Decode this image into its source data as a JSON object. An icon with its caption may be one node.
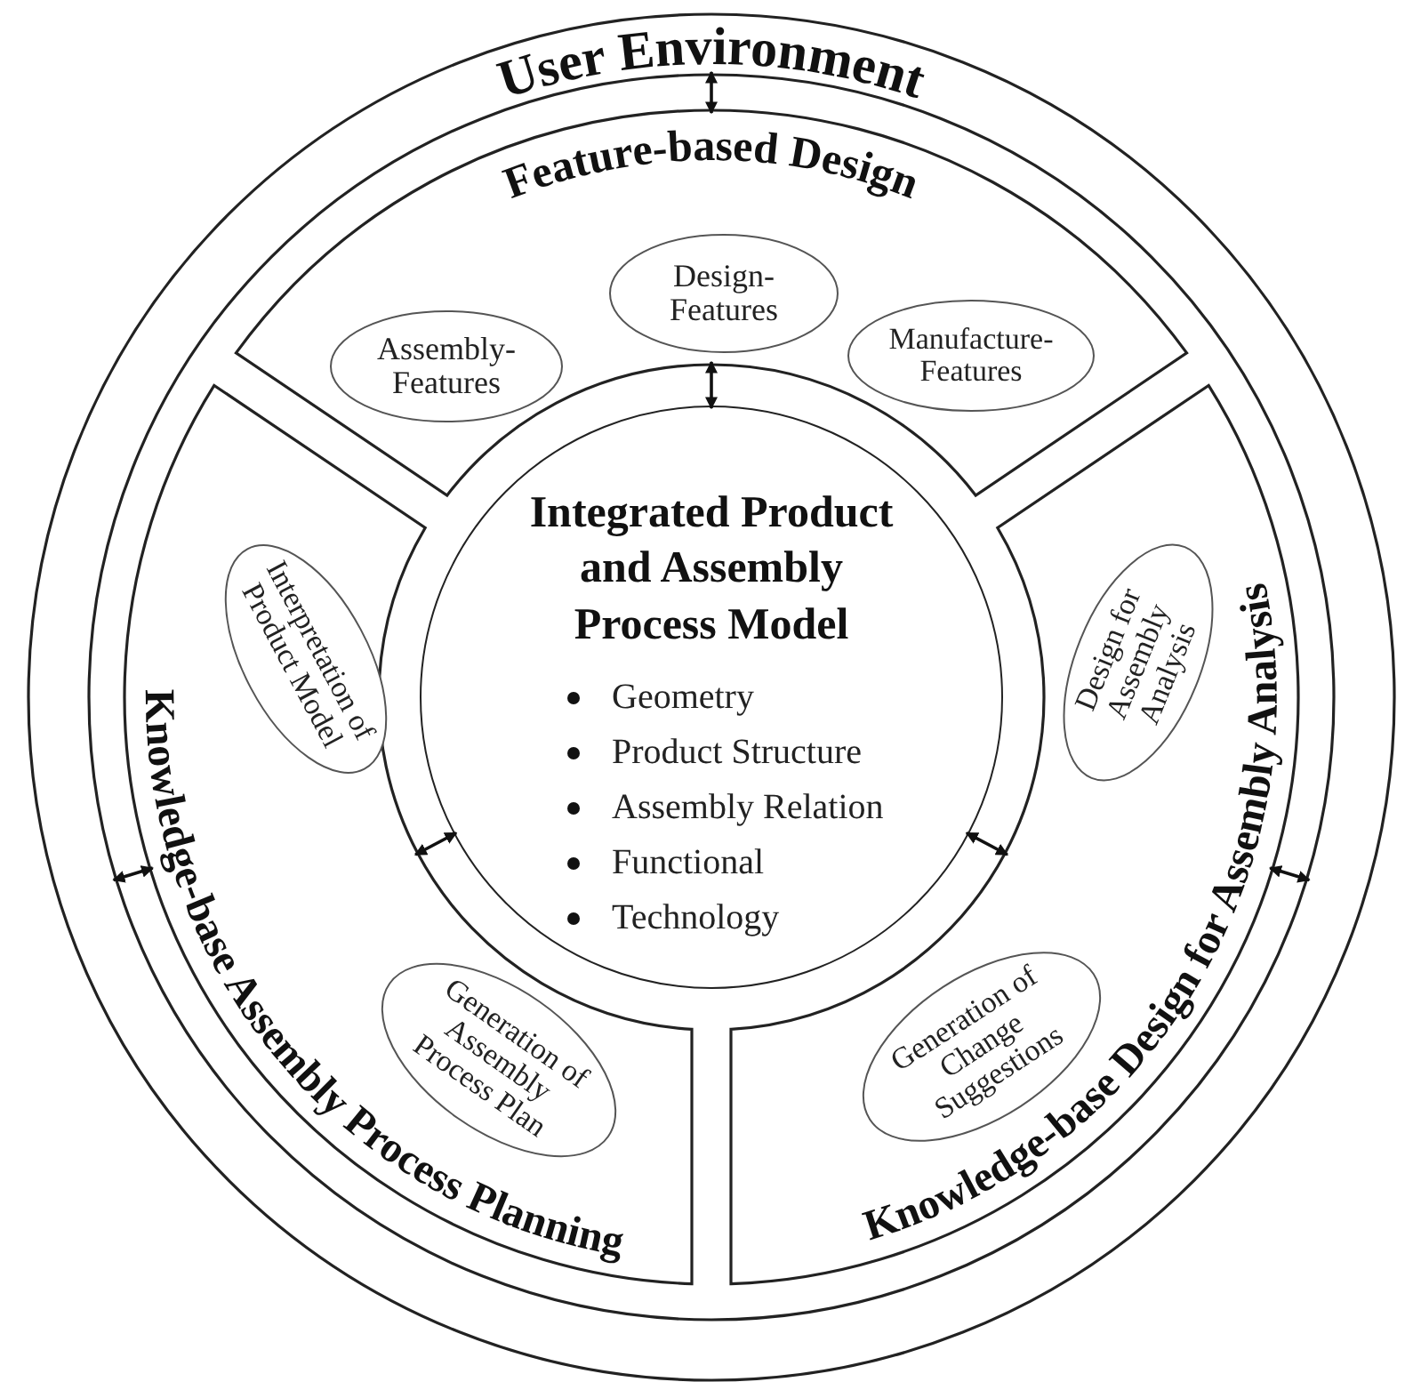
{
  "diagram": {
    "nodes": [
      {
        "text": [
          "User Environment"
        ]
      },
      {
        "text": [
          "Feature-based Design"
        ],
        "in": 0
      },
      {
        "text": [
          "Assembly- Features"
        ],
        "in": 1
      },
      {
        "text": [
          "Design- Features"
        ],
        "in": 1
      },
      {
        "text": [
          "Manufacture- Features"
        ],
        "in": 1
      },
      {
        "text": [
          "Knowledge-base Assembly Process Planning"
        ],
        "in": 0
      },
      {
        "text": [
          "Interpretation of Product Model"
        ],
        "in": 5
      },
      {
        "text": [
          "Generation of Assembly Process Plan"
        ],
        "in": 5
      },
      {
        "text": [
          "Knowledge-base Design for Assembly Analysis"
        ],
        "in": 0
      },
      {
        "text": [
          "Design for Assembly Analysis"
        ],
        "in": 8
      },
      {
        "text": [
          "Generation of Change Suggestions"
        ],
        "in": 8
      },
      {
        "text": [
          "Integrated Product and Assembly Process Model",
          "Geometry",
          "Product Structure",
          "Assembly Relation",
          "Functional",
          "Technology"
        ],
        "in": 0
      }
    ],
    "edges": [
      {
        "from": 0,
        "to": 1,
        "arrow": "both"
      },
      {
        "from": 1,
        "to": 11,
        "arrow": "both"
      },
      {
        "from": 5,
        "to": 11,
        "arrow": "both"
      },
      {
        "from": 8,
        "to": 11,
        "arrow": "both"
      },
      {
        "from": 0,
        "to": 5,
        "arrow": "both"
      },
      {
        "from": 0,
        "to": 8,
        "arrow": "both"
      }
    ]
  }
}
